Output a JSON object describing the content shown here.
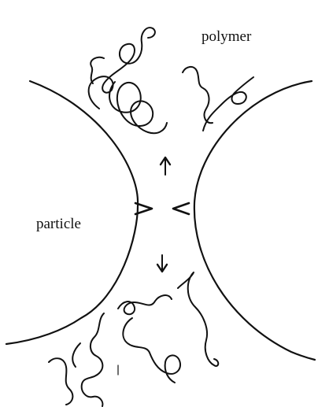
{
  "labels": {
    "polymer": "polymer",
    "particle": "particle"
  },
  "colors": {
    "ink": "#111111",
    "background": "#ffffff"
  },
  "elements": {
    "particles": 2,
    "polymer_chains": 9,
    "arrows": [
      "up",
      "down",
      "right-pointing chevron",
      "left-pointing chevron"
    ]
  }
}
